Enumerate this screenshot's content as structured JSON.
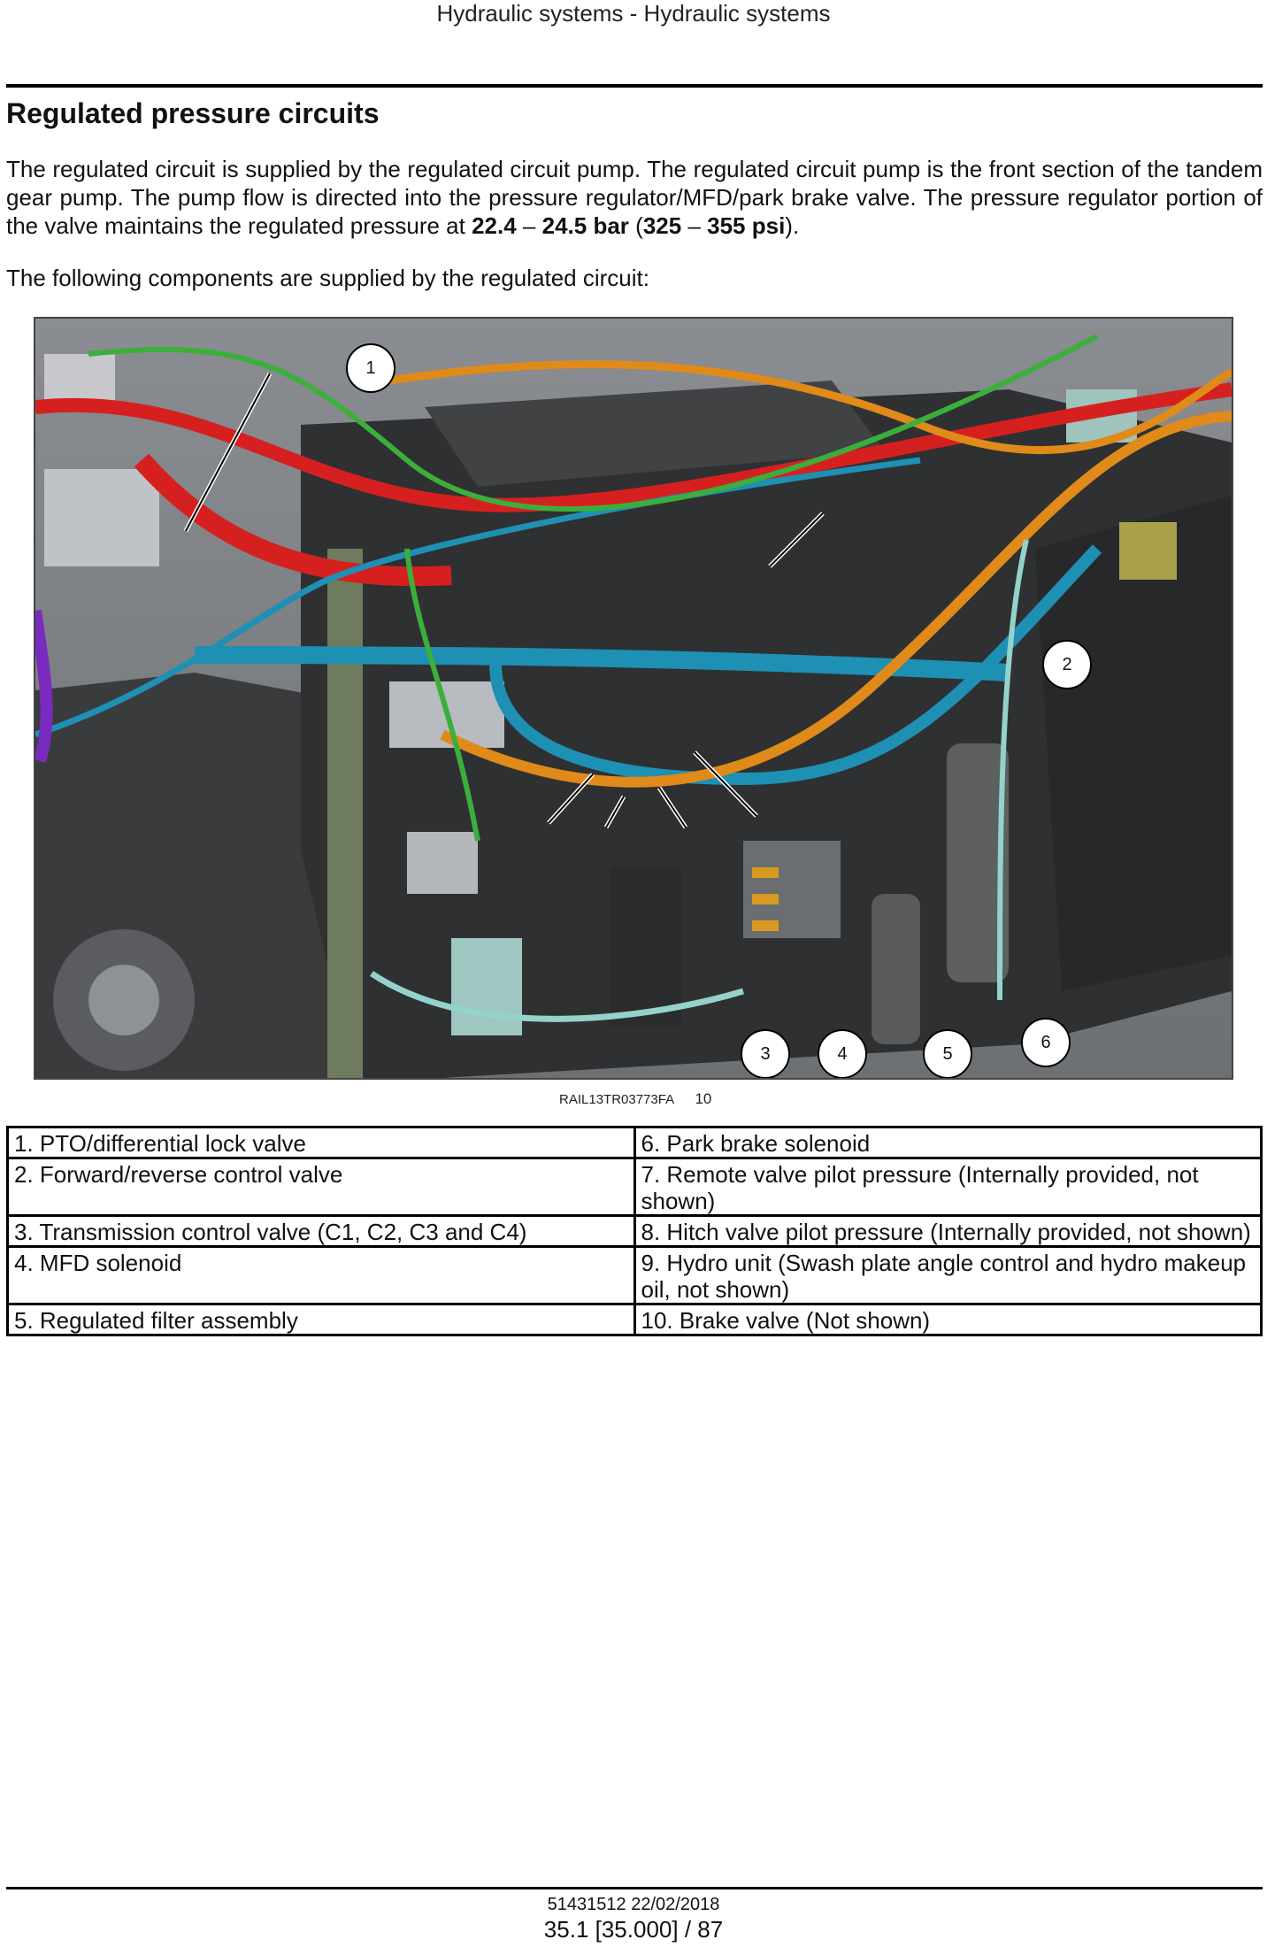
{
  "header": {
    "running_title": "Hydraulic systems - Hydraulic systems"
  },
  "section": {
    "title": "Regulated pressure circuits"
  },
  "body": {
    "p1_text": "The regulated circuit is supplied by the regulated circuit pump.  The regulated circuit pump is the front section of the tandem gear pump.  The pump flow is directed into the pressure regulator/MFD/park brake valve.  The pressure regulator portion of the valve maintains the regulated pressure at ",
    "p1_bar_low": "22.4",
    "p1_dash1": " – ",
    "p1_bar_high": "24.5 bar",
    "p1_open": " (",
    "p1_psi_low": "325",
    "p1_dash2": " – ",
    "p1_psi_high": "355 psi",
    "p1_close": ").",
    "p2_text": "The following components are supplied by the regulated circuit:"
  },
  "figure": {
    "callouts": [
      "1",
      "2",
      "3",
      "4",
      "5",
      "6"
    ],
    "image_ref": "RAIL13TR03773FA",
    "figure_number": "10"
  },
  "legend": {
    "rows": [
      [
        "1.  PTO/differential lock valve",
        "6.  Park brake solenoid"
      ],
      [
        "2.  Forward/reverse control valve",
        "7.  Remote valve pilot pressure (Internally provided, not shown)"
      ],
      [
        "3.  Transmission control valve (C1, C2, C3 and C4)",
        "8.  Hitch valve pilot pressure (Internally provided, not shown)"
      ],
      [
        "4.  MFD solenoid",
        "9.  Hydro unit (Swash plate angle control and hydro makeup oil, not shown)"
      ],
      [
        "5.  Regulated filter assembly",
        "10.  Brake valve (Not shown)"
      ]
    ]
  },
  "footer": {
    "doc_id": "51431512 22/02/2018",
    "page_ref": "35.1 [35.000] / 87"
  }
}
